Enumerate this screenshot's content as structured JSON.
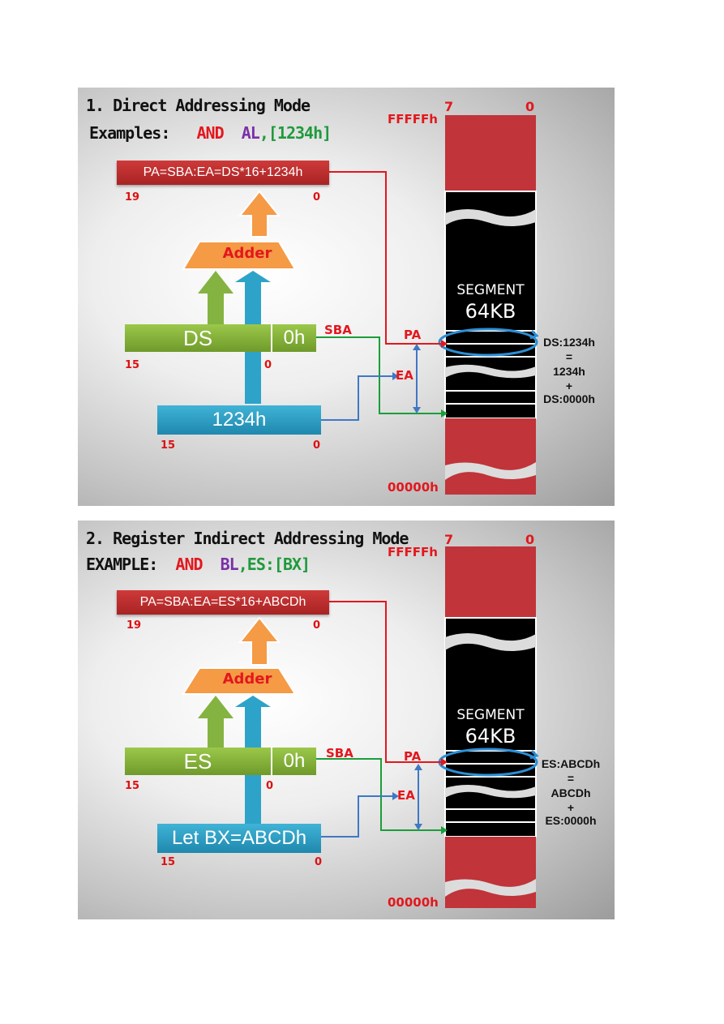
{
  "panels": [
    {
      "title": "1. Direct Addressing Mode",
      "example_label": "Examples:",
      "example_op": "AND",
      "example_reg": "AL",
      "example_sep": ",",
      "example_mem": "[1234h]",
      "pa_formula": "PA=SBA:EA=DS*16+1234h",
      "pa_bit_hi": "19",
      "pa_bit_lo": "0",
      "adder_label": "Adder",
      "segreg_label": "DS",
      "shift_label": "0h",
      "segreg_bit_hi": "15",
      "segreg_bit_lo": "0",
      "offset_label": "1234h",
      "offset_bit_hi": "15",
      "offset_bit_lo": "0",
      "sba_label": "SBA",
      "pa_label": "PA",
      "ea_label": "EA",
      "mem_top_addr": "FFFFFh",
      "mem_bot_addr": "00000h",
      "mem_bit_hi": "7",
      "mem_bit_lo": "0",
      "segment_label": "SEGMENT",
      "segment_size": "64KB",
      "note_line1": "DS:1234h",
      "note_line2": "=",
      "note_line3": "1234h",
      "note_line4": "+",
      "note_line5": "DS:0000h"
    },
    {
      "title": "2. Register Indirect Addressing Mode",
      "example_label": "EXAMPLE:",
      "example_op": "AND",
      "example_reg": "BL",
      "example_sep": ",",
      "example_mem": "ES:[BX]",
      "pa_formula": "PA=SBA:EA=ES*16+ABCDh",
      "pa_bit_hi": "19",
      "pa_bit_lo": "0",
      "adder_label": "Adder",
      "segreg_label": "ES",
      "shift_label": "0h",
      "segreg_bit_hi": "15",
      "segreg_bit_lo": "0",
      "offset_label": "Let BX=ABCDh",
      "offset_bit_hi": "15",
      "offset_bit_lo": "0",
      "sba_label": "SBA",
      "pa_label": "PA",
      "ea_label": "EA",
      "mem_top_addr": "FFFFFh",
      "mem_bot_addr": "00000h",
      "mem_bit_hi": "7",
      "mem_bit_lo": "0",
      "segment_label": "SEGMENT",
      "segment_size": "64KB",
      "note_line1": "ES:ABCDh",
      "note_line2": "=",
      "note_line3": "ABCDh",
      "note_line4": "+",
      "note_line5": "ES:0000h"
    }
  ],
  "colors": {
    "red": "#e3171d",
    "memory_red": "#c0343a",
    "green_reg": "#7fae36",
    "blue_offset": "#2ea3c9",
    "orange_adder": "#f59a45",
    "arrow_green": "#1a9e3a",
    "arrow_blue": "#3f78c4",
    "segment_black": "#000000"
  }
}
